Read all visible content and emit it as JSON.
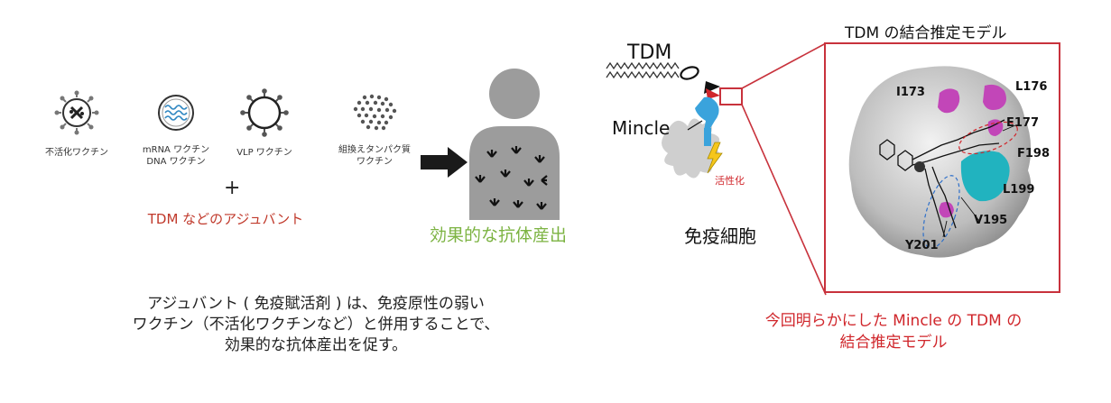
{
  "left": {
    "vaccines": [
      {
        "label": "不活化ワクチン"
      },
      {
        "label_line1": "mRNA ワクチン",
        "label_line2": "DNA ワクチン"
      },
      {
        "label": "VLP ワクチン"
      },
      {
        "label_line1": "組換えタンパク質",
        "label_line2": "ワクチン"
      }
    ],
    "plus": "+",
    "adjuvant": "TDM などのアジュバント",
    "antibody_output": "効果的な抗体産出",
    "caption_line1": "アジュバント ( 免疫賦活剤 ) は、免疫原性の弱い",
    "caption_line2": "ワクチン（不活化ワクチンなど）と併用することで、",
    "caption_line3": "効果的な抗体産出を促す。"
  },
  "right": {
    "tdm_label": "TDM",
    "mincle_label": "Mincle",
    "activation_label": "活性化",
    "immune_cell_label": "免疫細胞",
    "model_title": "TDM の結合推定モデル",
    "residues": [
      "I173",
      "L176",
      "E177",
      "F198",
      "L199",
      "V195",
      "Y201"
    ],
    "caption_line1": "今回明らかにした Mincle の TDM の",
    "caption_line2": "結合推定モデル"
  },
  "colors": {
    "adjuvant_red": "#c0392b",
    "antibody_green": "#7cb342",
    "frame_red": "#c8323c",
    "mincle_blue": "#3aa3dc",
    "magenta": "#c246b8",
    "cyan": "#21b3bf"
  }
}
